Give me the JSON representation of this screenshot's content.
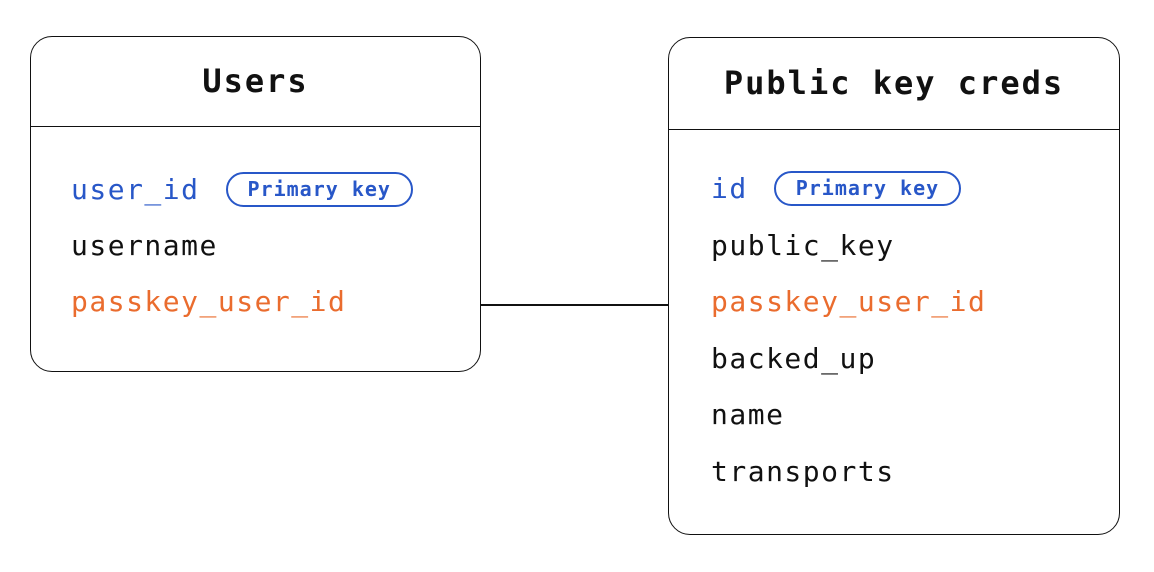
{
  "colors": {
    "blue": "#2857c8",
    "orange": "#ea6c2e",
    "black": "#111111",
    "stroke": "#111111",
    "background": "#ffffff"
  },
  "tables": [
    {
      "title": "Users",
      "fields": [
        {
          "label": "user_id",
          "color": "blue",
          "badge": "Primary key"
        },
        {
          "label": "username",
          "color": "black"
        },
        {
          "label": "passkey_user_id",
          "color": "orange"
        }
      ]
    },
    {
      "title": "Public key creds",
      "fields": [
        {
          "label": "id",
          "color": "blue",
          "badge": "Primary key"
        },
        {
          "label": "public_key",
          "color": "black"
        },
        {
          "label": "passkey_user_id",
          "color": "orange"
        },
        {
          "label": "backed_up",
          "color": "black"
        },
        {
          "label": "name",
          "color": "black"
        },
        {
          "label": "transports",
          "color": "black"
        }
      ]
    }
  ],
  "relationship": {
    "from": "Users.passkey_user_id",
    "to": "Public key creds.passkey_user_id"
  }
}
